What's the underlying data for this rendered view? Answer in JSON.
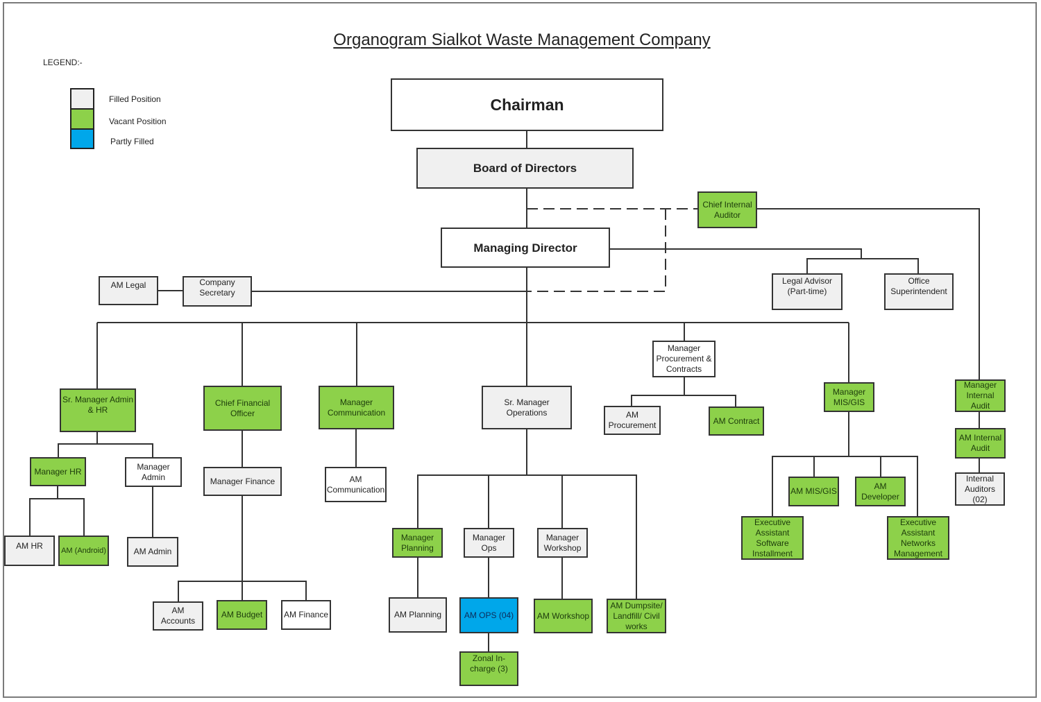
{
  "title": "Organogram Sialkot Waste Management Company",
  "legend": {
    "title": "LEGEND:-",
    "items": [
      {
        "label": "Filled Position",
        "color": "#f0f0f0"
      },
      {
        "label": "Vacant Position",
        "color": "#8dd14a"
      },
      {
        "label": "Partly Filled",
        "color": "#00a7ea"
      }
    ]
  },
  "status_colors": {
    "filled": "#f0f0f0",
    "vacant": "#8dd14a",
    "partly": "#00a7ea"
  },
  "nodes": {
    "chairman": {
      "label": "Chairman",
      "status": "filled"
    },
    "board": {
      "label": "Board of Directors",
      "status": "filled"
    },
    "md": {
      "label": "Managing Director",
      "status": "filled"
    },
    "cia": {
      "label": "Chief Internal Auditor",
      "status": "vacant"
    },
    "am_legal": {
      "label": "AM Legal",
      "status": "filled"
    },
    "company_secretary": {
      "label": "Company Secretary",
      "status": "filled"
    },
    "legal_advisor": {
      "label": "Legal Advisor (Part-time)",
      "status": "filled"
    },
    "office_supt": {
      "label": "Office Superintendent",
      "status": "filled"
    },
    "sr_mgr_admin_hr": {
      "label": "Sr. Manager Admin & HR",
      "status": "vacant"
    },
    "manager_hr": {
      "label": "Manager HR",
      "status": "vacant"
    },
    "manager_admin": {
      "label": "Manager Admin",
      "status": "filled"
    },
    "am_hr": {
      "label": "AM HR",
      "status": "filled"
    },
    "am_android": {
      "label": "AM (Android)",
      "status": "vacant"
    },
    "am_admin": {
      "label": "AM Admin",
      "status": "filled"
    },
    "cfo": {
      "label": "Chief Financial Officer",
      "status": "vacant"
    },
    "manager_finance": {
      "label": "Manager Finance",
      "status": "filled"
    },
    "am_accounts": {
      "label": "AM Accounts",
      "status": "filled"
    },
    "am_budget": {
      "label": "AM Budget",
      "status": "vacant"
    },
    "am_finance": {
      "label": "AM Finance",
      "status": "filled"
    },
    "manager_comm": {
      "label": "Manager Communication",
      "status": "vacant"
    },
    "am_comm": {
      "label": "AM Communication",
      "status": "filled"
    },
    "sr_mgr_ops": {
      "label": "Sr. Manager Operations",
      "status": "filled"
    },
    "manager_planning": {
      "label": "Manager Planning",
      "status": "vacant"
    },
    "manager_ops": {
      "label": "Manager Ops",
      "status": "filled"
    },
    "manager_workshop": {
      "label": "Manager Workshop",
      "status": "filled"
    },
    "am_planning": {
      "label": "AM Planning",
      "status": "filled"
    },
    "am_ops": {
      "label": "AM OPS (04)",
      "status": "partly"
    },
    "am_workshop": {
      "label": "AM Workshop",
      "status": "vacant"
    },
    "am_dumpsite": {
      "label": "AM Dumpsite/ Landfill/ Civil works",
      "status": "vacant"
    },
    "zonal_incharge": {
      "label": "Zonal In-charge (3)",
      "status": "vacant"
    },
    "manager_proc": {
      "label": "Manager Procurement & Contracts",
      "status": "filled"
    },
    "am_procurement": {
      "label": "AM Procurement",
      "status": "filled"
    },
    "am_contract": {
      "label": "AM Contract",
      "status": "vacant"
    },
    "manager_mis": {
      "label": "Manager MIS/GIS",
      "status": "vacant"
    },
    "am_mis": {
      "label": "AM MIS/GIS",
      "status": "vacant"
    },
    "am_developer": {
      "label": "AM Developer",
      "status": "vacant"
    },
    "ea_software": {
      "label": "Executive Assistant Software Installment",
      "status": "vacant"
    },
    "ea_networks": {
      "label": "Executive Assistant Networks Management",
      "status": "vacant"
    },
    "manager_internal_audit": {
      "label": "Manager Internal Audit",
      "status": "vacant"
    },
    "am_internal_audit": {
      "label": "AM Internal Audit",
      "status": "vacant"
    },
    "internal_auditors": {
      "label": "Internal Auditors (02)",
      "status": "filled"
    }
  }
}
